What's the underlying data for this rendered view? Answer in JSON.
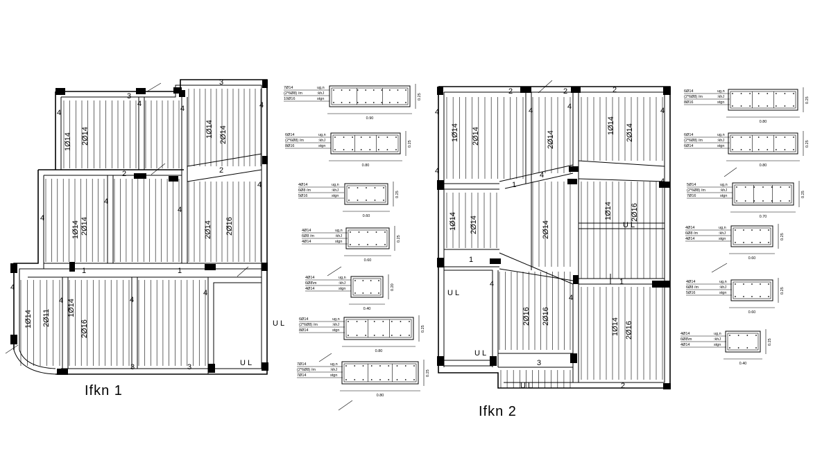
{
  "plans": {
    "plan1": {
      "title": "Ifkn  1",
      "beam_marks": [
        "1",
        "2",
        "3",
        "4"
      ],
      "rib_labels": [
        "1Ø14",
        "2Ø14",
        "2Ø16",
        "1Ø14",
        "2Ø11"
      ],
      "ul": "U L"
    },
    "plan2": {
      "title": "Ifkn   2",
      "rib_labels": [
        "1Ø14",
        "2Ø14",
        "2Ø16"
      ],
      "ul": "U L"
    }
  },
  "mid_ul": "U L",
  "sections_left": [
    {
      "top": "7Ø14",
      "mid": "(2*6Ø8) /m",
      "bot": "10Ø16",
      "t1": "ug,n",
      "t2": ":khJ",
      "t3": "stgn",
      "width": "0.90",
      "depth": "0.25"
    },
    {
      "top": "6Ø14",
      "mid": "(2*6Ø8) /m",
      "bot": "8Ø16",
      "t1": "ug,n",
      "t2": ":khJ",
      "t3": "stgn",
      "width": "0.80",
      "depth": "0.25"
    },
    {
      "top": "4Ø14",
      "mid": "6Ø8 /m",
      "bot": "5Ø16",
      "t1": "ug,n",
      "t2": ":khJ",
      "t3": "stgn",
      "width": "0.60",
      "depth": "0.25"
    },
    {
      "top": "4Ø14",
      "mid": "6Ø8 /m",
      "bot": "4Ø14",
      "t1": "ug,n",
      "t2": ":khJ",
      "t3": "stgn",
      "width": "0.60",
      "depth": "0.25"
    },
    {
      "top": "4Ø14",
      "mid": "6Ø8\\m",
      "bot": "4Ø14",
      "t1": "ug,n",
      "t2": ":khJ",
      "t3": "stgn",
      "width": "0.40",
      "depth": "0.20"
    },
    {
      "top": "6Ø14",
      "mid": "(2*6Ø8) /m",
      "bot": "8Ø14",
      "t1": "ug,n",
      "t2": ":khJ",
      "t3": "stgn",
      "width": "0.80",
      "depth": "0.25"
    },
    {
      "top": "7Ø14",
      "mid": "(2*6Ø8) /m",
      "bot": "7Ø14",
      "t1": "ug,n",
      "t2": ":khJ",
      "t3": "stgn",
      "width": "0.80",
      "depth": "0.25"
    }
  ],
  "sections_right": [
    {
      "top": "6Ø14",
      "mid": "(2*6Ø8) /m",
      "bot": "8Ø16",
      "t1": "ug,n",
      "t2": ":khJ",
      "t3": "stgn",
      "width": "0.80",
      "depth": "0.25"
    },
    {
      "top": "6Ø14",
      "mid": "(2*6Ø8) /m",
      "bot": "6Ø14",
      "t1": "ug,n",
      "t2": ":khJ",
      "t3": "stgn",
      "width": "0.80",
      "depth": "0.25"
    },
    {
      "top": "5Ø14",
      "mid": "(2*6Ø8) /m",
      "bot": "7Ø16",
      "t1": "ug,n",
      "t2": ":khJ",
      "t3": "stgn",
      "width": "0.70",
      "depth": "0.25"
    },
    {
      "top": "4Ø14",
      "mid": "6Ø8 /m",
      "bot": "4Ø14",
      "t1": "ug,n",
      "t2": ":khJ",
      "t3": "stgn",
      "width": "0.60",
      "depth": "0.25"
    },
    {
      "top": "4Ø14",
      "mid": "6Ø8 /m",
      "bot": "5Ø16",
      "t1": "ug,n",
      "t2": ":khJ",
      "t3": "stgn",
      "width": "0.60",
      "depth": "0.25"
    },
    {
      "top": "4Ø14",
      "mid": "6Ø8\\m",
      "bot": "4Ø14",
      "t1": "ug,n",
      "t2": ":khJ",
      "t3": "stgn",
      "width": "0.40",
      "depth": "0.25"
    }
  ]
}
